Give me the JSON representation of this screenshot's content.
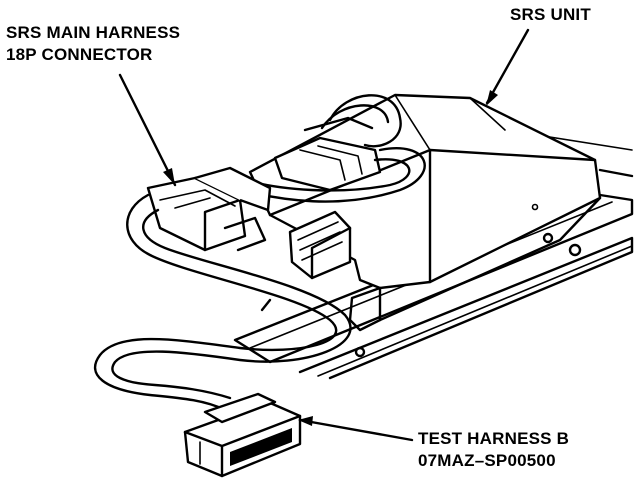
{
  "labels": {
    "srs_main_harness_line1": "SRS MAIN HARNESS",
    "srs_main_harness_line2": "18P CONNECTOR",
    "srs_unit": "SRS UNIT",
    "test_harness_line1": "TEST HARNESS B",
    "test_harness_line2": "07MAZ–SP00500"
  },
  "colors": {
    "ink": "#000000",
    "paper": "#ffffff"
  }
}
